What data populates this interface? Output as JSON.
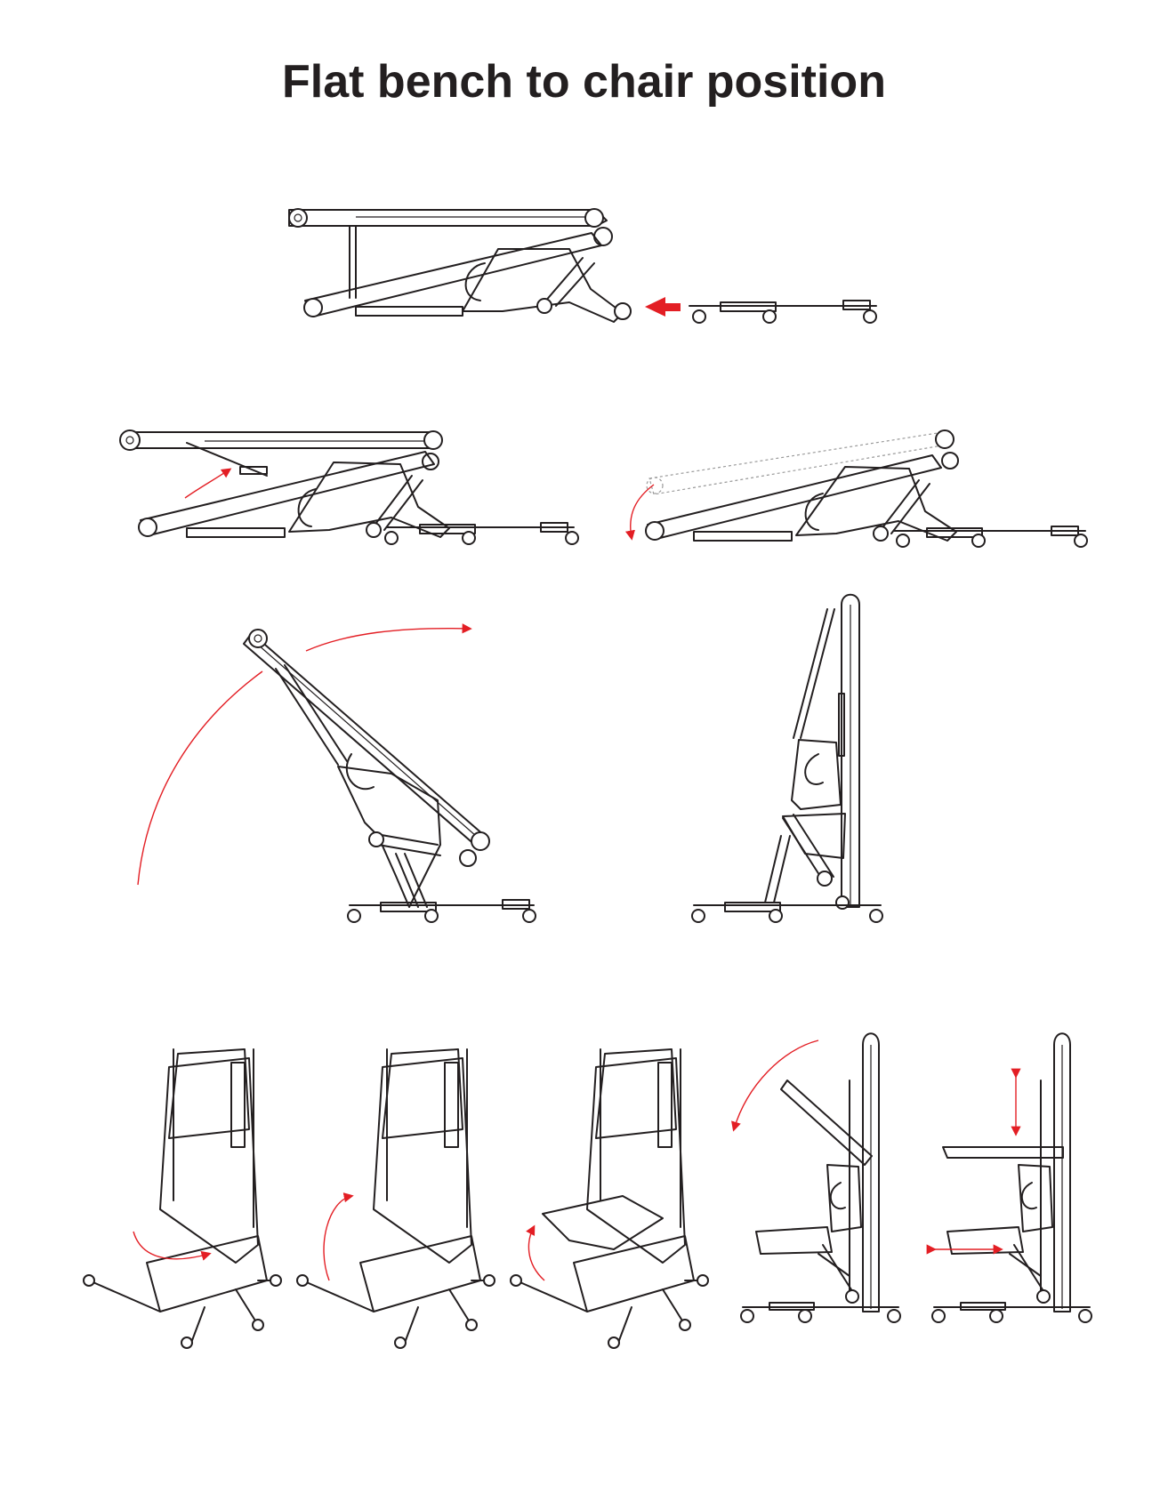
{
  "title": "Flat bench to chair position",
  "colors": {
    "line": "#231f20",
    "accent": "#e31e24",
    "background": "#ffffff"
  },
  "steps": [
    {
      "id": "step-1",
      "stage": "flat-bench",
      "arrow": "push-left"
    },
    {
      "id": "step-2",
      "stage": "bench-on-base",
      "arrow": "lift-lever"
    },
    {
      "id": "step-3",
      "stage": "backrest-lowering",
      "arrow": "rotate-down"
    },
    {
      "id": "step-4",
      "stage": "tilting-up",
      "arrow": "rotate-clockwise"
    },
    {
      "id": "step-5",
      "stage": "upright",
      "arrow": "none"
    },
    {
      "id": "step-6",
      "stage": "chair-seat-folded",
      "arrow": "unfold-seat"
    },
    {
      "id": "step-7",
      "stage": "chair-seat-rising",
      "arrow": "raise-seat"
    },
    {
      "id": "step-8",
      "stage": "chair-seat-open",
      "arrow": "raise-seat"
    },
    {
      "id": "step-9",
      "stage": "armrest-lowering",
      "arrow": "rotate-down"
    },
    {
      "id": "step-10",
      "stage": "armrest-adjust",
      "arrow": "vertical-horizontal"
    }
  ]
}
